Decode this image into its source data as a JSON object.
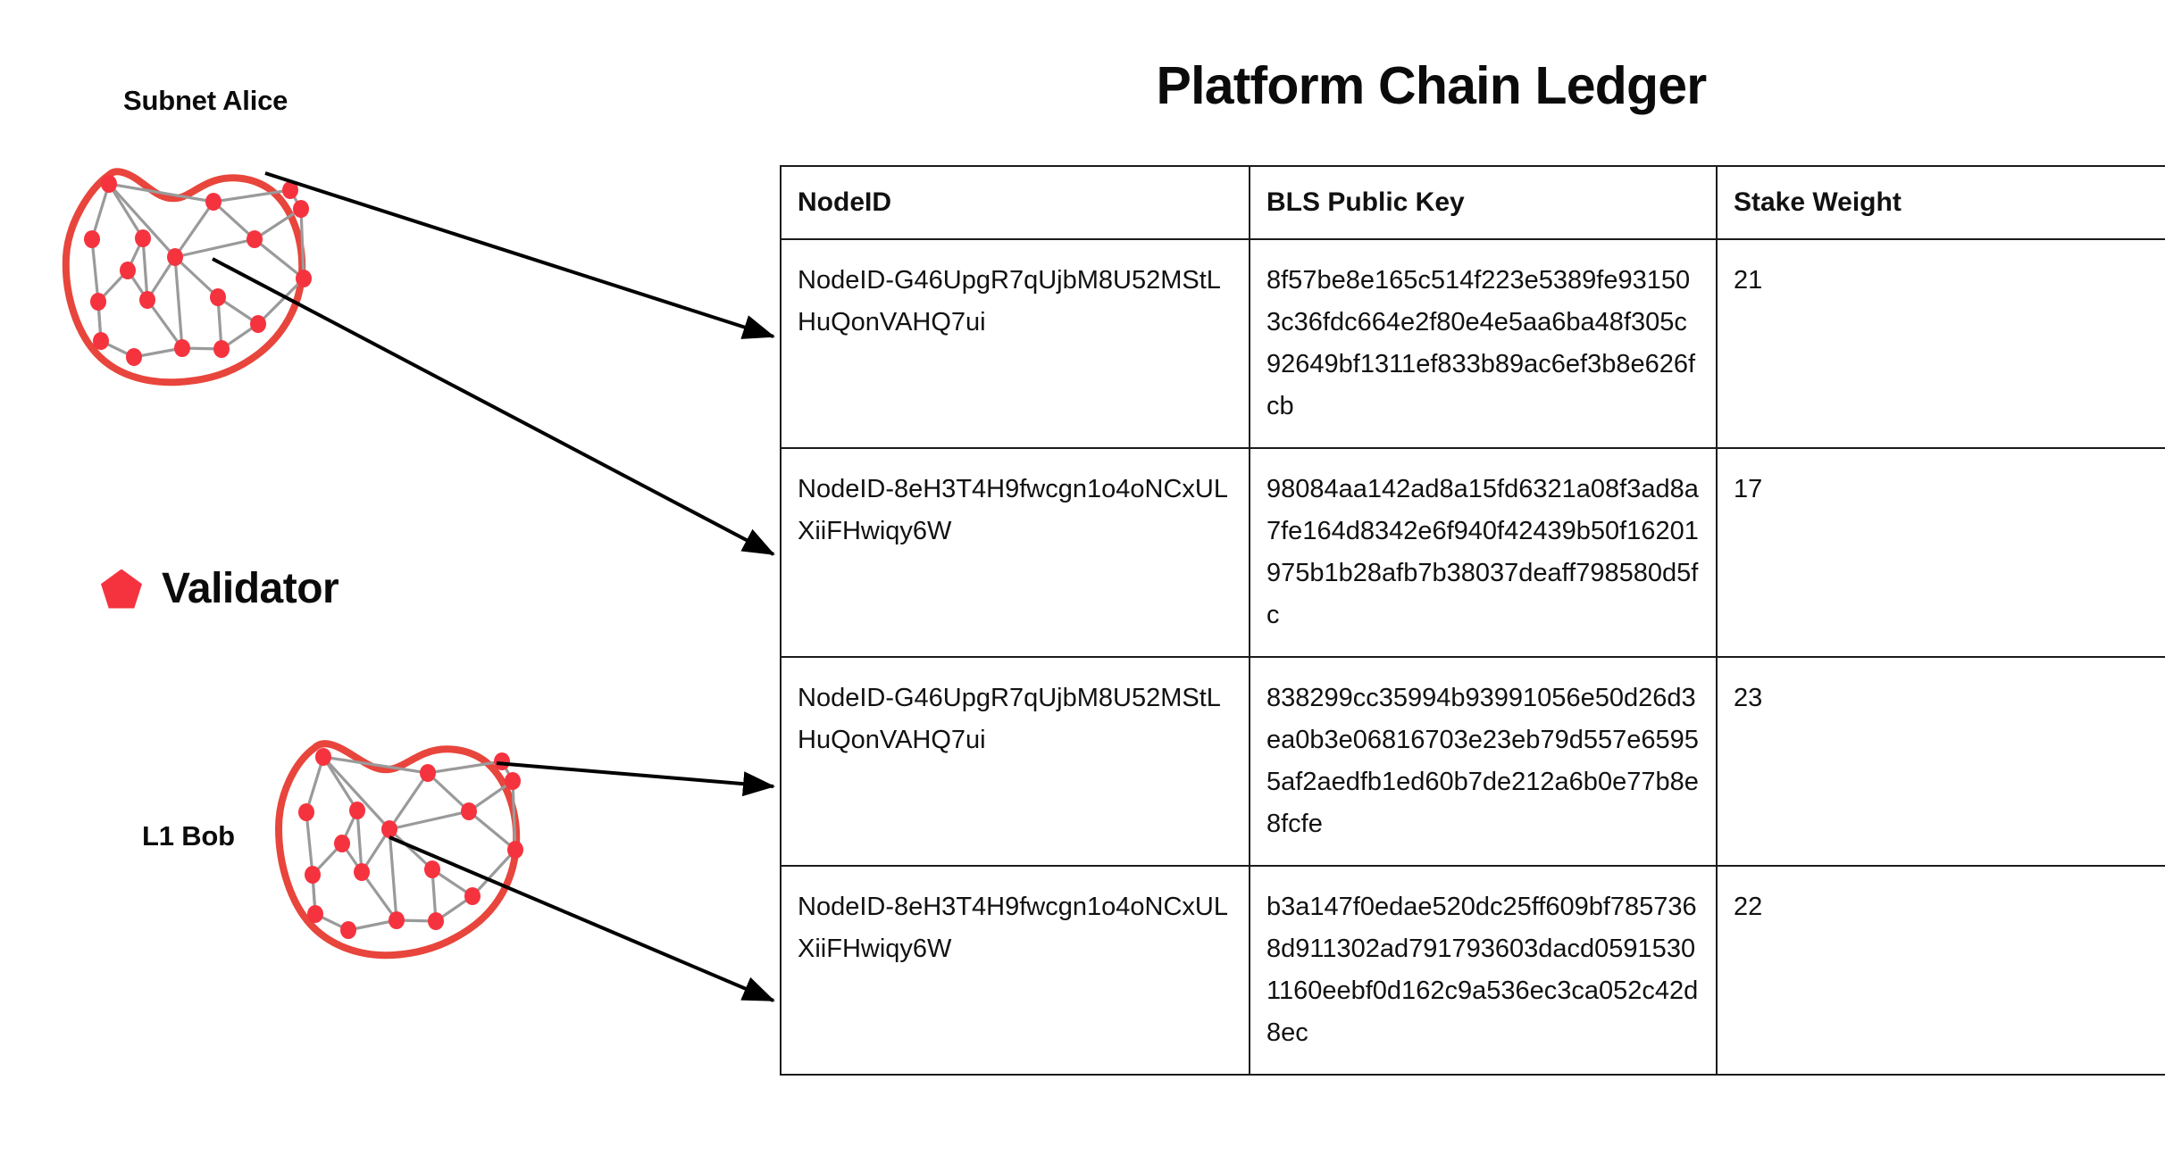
{
  "title": "Platform Chain Ledger",
  "diagram": {
    "subnet_label": "Subnet Alice",
    "l1_label": "L1 Bob",
    "legend": {
      "icon": "pentagon-icon",
      "label": "Validator"
    },
    "colors": {
      "blob_outline": "#E8453C",
      "validator_node": "#F5333F",
      "edge": "#9a9a9a",
      "arrow": "#000000"
    },
    "arrows": [
      {
        "from": "subnet-alice",
        "to_row": 1
      },
      {
        "from": "subnet-alice",
        "to_row": 2
      },
      {
        "from": "l1-bob",
        "to_row": 3
      },
      {
        "from": "l1-bob",
        "to_row": 4
      }
    ]
  },
  "table": {
    "columns": [
      "NodeID",
      "BLS Public Key",
      "Stake Weight"
    ],
    "rows": [
      {
        "node_id": "NodeID-G46UpgR7qUjbM8U52MStLHuQonVAHQ7ui",
        "bls_public_key": "8f57be8e165c514f223e5389fe931503c36fdc664e2f80e4e5aa6ba48f305c92649bf1311ef833b89ac6ef3b8e626fcb",
        "stake_weight": "21"
      },
      {
        "node_id": "NodeID-8eH3T4H9fwcgn1o4oNCxULXiiFHwiqy6W",
        "bls_public_key": "98084aa142ad8a15fd6321a08f3ad8a7fe164d8342e6f940f42439b50f16201975b1b28afb7b38037deaff798580d5fc",
        "stake_weight": "17"
      },
      {
        "node_id": "NodeID-G46UpgR7qUjbM8U52MStLHuQonVAHQ7ui",
        "bls_public_key": "838299cc35994b93991056e50d26d3ea0b3e06816703e23eb79d557e65955af2aedfb1ed60b7de212a6b0e77b8e8fcfe",
        "stake_weight": "23"
      },
      {
        "node_id": "NodeID-8eH3T4H9fwcgn1o4oNCxULXiiFHwiqy6W",
        "bls_public_key": "b3a147f0edae520dc25ff609bf7857368d911302ad791793603dacd05915301160eebf0d162c9a536ec3ca052c42d8ec",
        "stake_weight": "22"
      }
    ]
  }
}
